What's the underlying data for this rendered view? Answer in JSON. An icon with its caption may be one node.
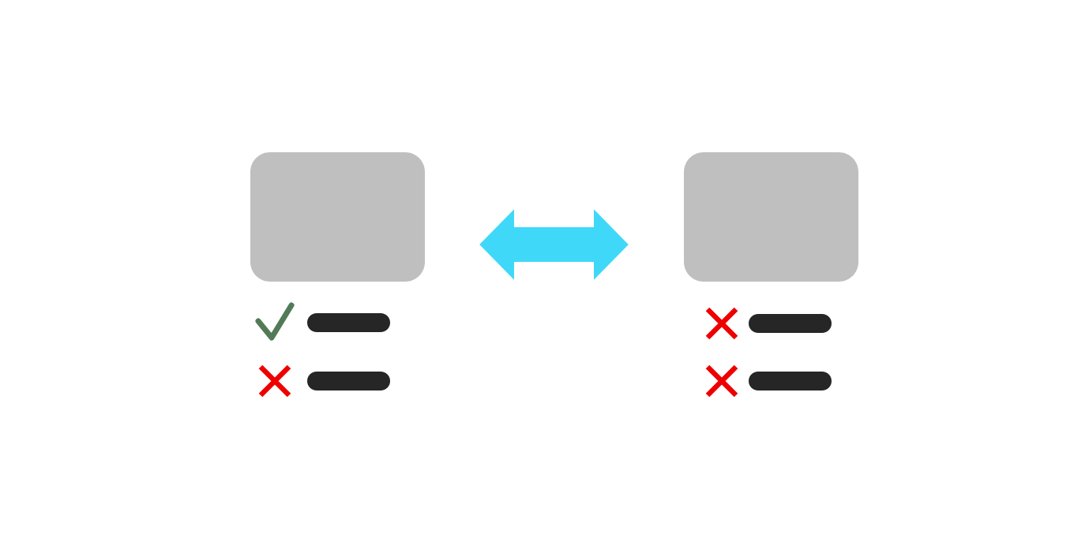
{
  "diagram": {
    "nodes": [
      {
        "text": [],
        "shape": "box"
      },
      {
        "text": [],
        "shape": "box"
      }
    ],
    "edges": [
      {
        "from": 0,
        "to": 1,
        "arrow": "both",
        "color": "#40d8f8"
      }
    ]
  }
}
